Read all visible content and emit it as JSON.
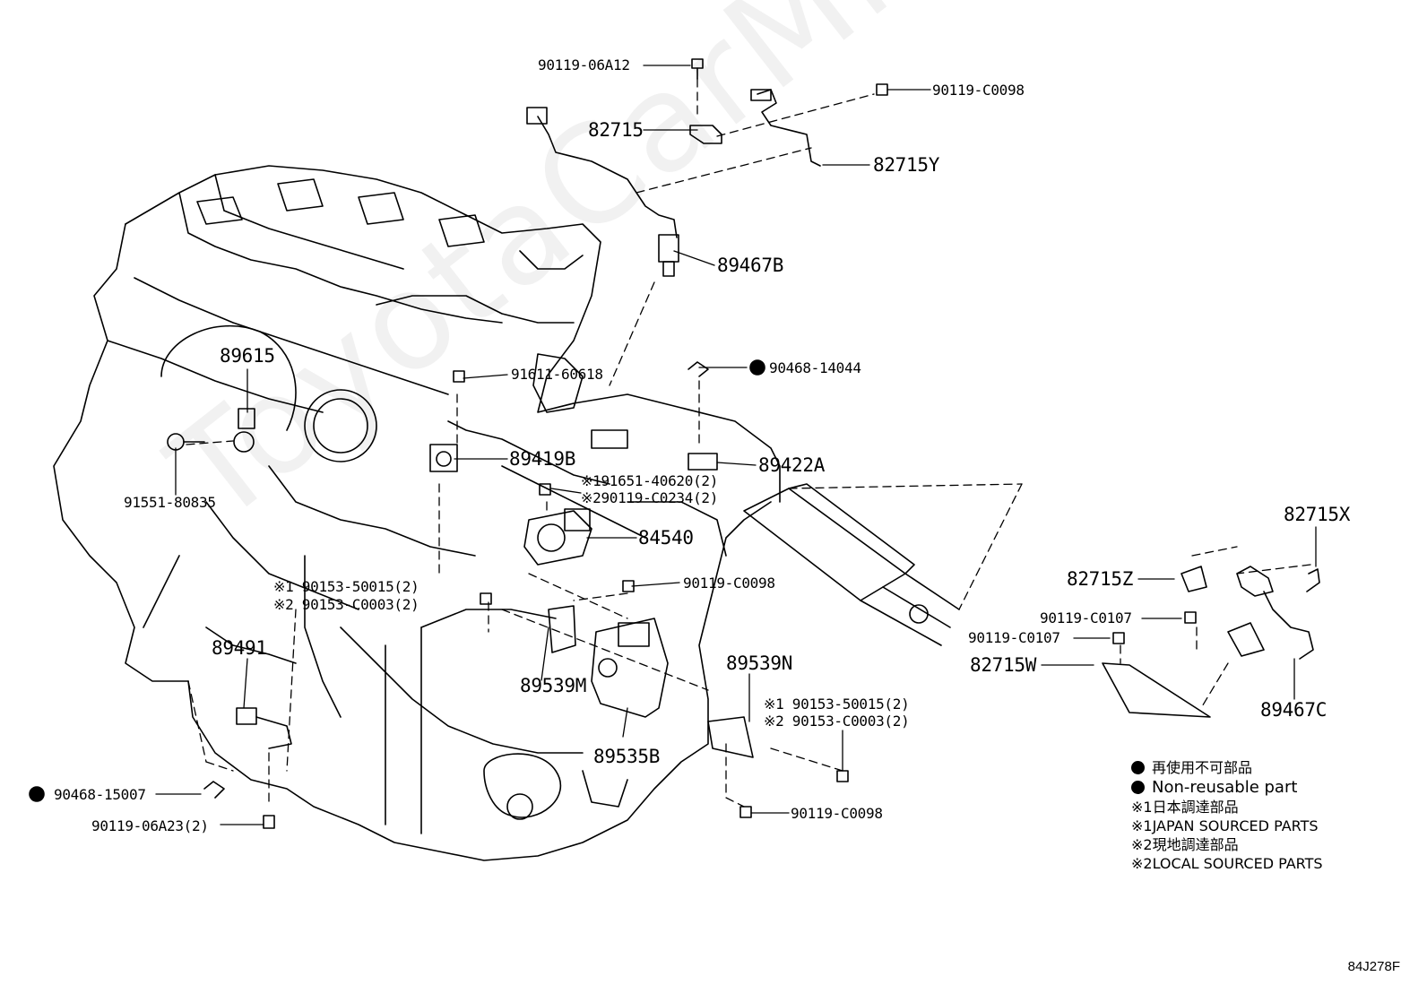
{
  "watermark": "ToyotaCarMine.ru",
  "diagram_code": "84J278F",
  "labels": {
    "p90119_06A12": "90119-06A12",
    "p90119_C0098_top": "90119-C0098",
    "p82715": "82715",
    "p82715Y": "82715Y",
    "p89467B": "89467B",
    "p89615": "89615",
    "p91611_60618": "91611-60618",
    "p90468_14044": "90468-14044",
    "p89419B": "89419B",
    "p89422A": "89422A",
    "p91551_80835": "91551-80835",
    "p91651_40620": "※191651-40620(2)",
    "p90119_C0234": "※290119-C0234(2)",
    "p84540": "84540",
    "p90153_50015_a": "※1 90153-50015(2)",
    "p90153_C0003_a": "※2 90153-C0003(2)",
    "p90119_C0098_mid": "90119-C0098",
    "p89491": "89491",
    "p89539M": "89539M",
    "p89539N": "89539N",
    "p90153_50015_b": "※1 90153-50015(2)",
    "p90153_C0003_b": "※2 90153-C0003(2)",
    "p89535B": "89535B",
    "p90468_15007": "90468-15007",
    "p90119_06A23": "90119-06A23(2)",
    "p90119_C0098_bot": "90119-C0098",
    "p82715X": "82715X",
    "p82715Z": "82715Z",
    "p90119_C0107_a": "90119-C0107",
    "p90119_C0107_b": "90119-C0107",
    "p82715W": "82715W",
    "p89467C": "89467C"
  },
  "legend": [
    "再使用不可部品",
    "Non-reusable part",
    "※1日本調達部品",
    "※1JAPAN SOURCED PARTS",
    "※2現地調達部品",
    "※2LOCAL SOURCED PARTS"
  ]
}
